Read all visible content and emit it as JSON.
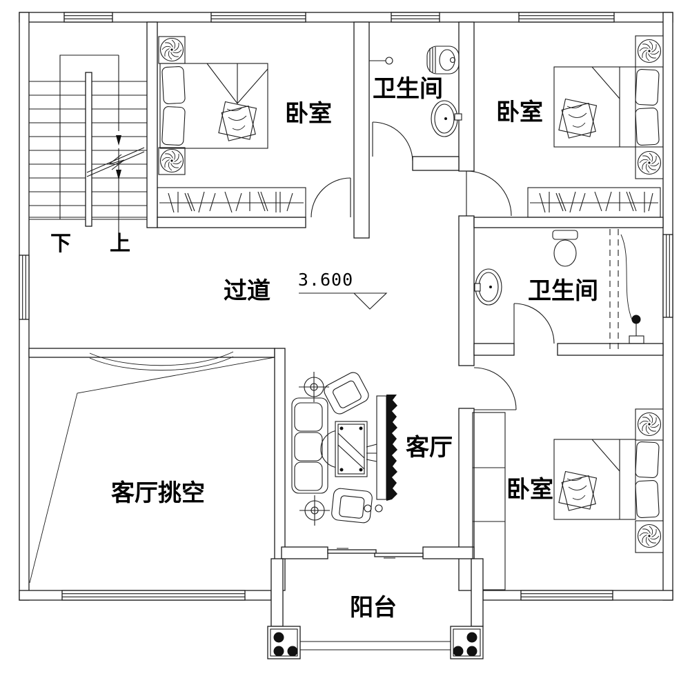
{
  "rooms": {
    "bedroom_top_left": {
      "label": "卧室"
    },
    "bathroom_top": {
      "label": "卫生间"
    },
    "bedroom_top_right": {
      "label": "卧室"
    },
    "hallway": {
      "label": "过道"
    },
    "bathroom_middle": {
      "label": "卫生间"
    },
    "living_room": {
      "label": "客厅"
    },
    "living_room_void": {
      "label": "客厅挑空"
    },
    "bedroom_bottom_right": {
      "label": "卧室"
    },
    "balcony": {
      "label": "阳台"
    }
  },
  "stairs": {
    "down_label": "下",
    "up_label": "上"
  },
  "annotations": {
    "floor_elevation": "3.600"
  },
  "colors": {
    "line": "#1a1a1a",
    "background": "#ffffff",
    "solid_fill": "#111111"
  }
}
